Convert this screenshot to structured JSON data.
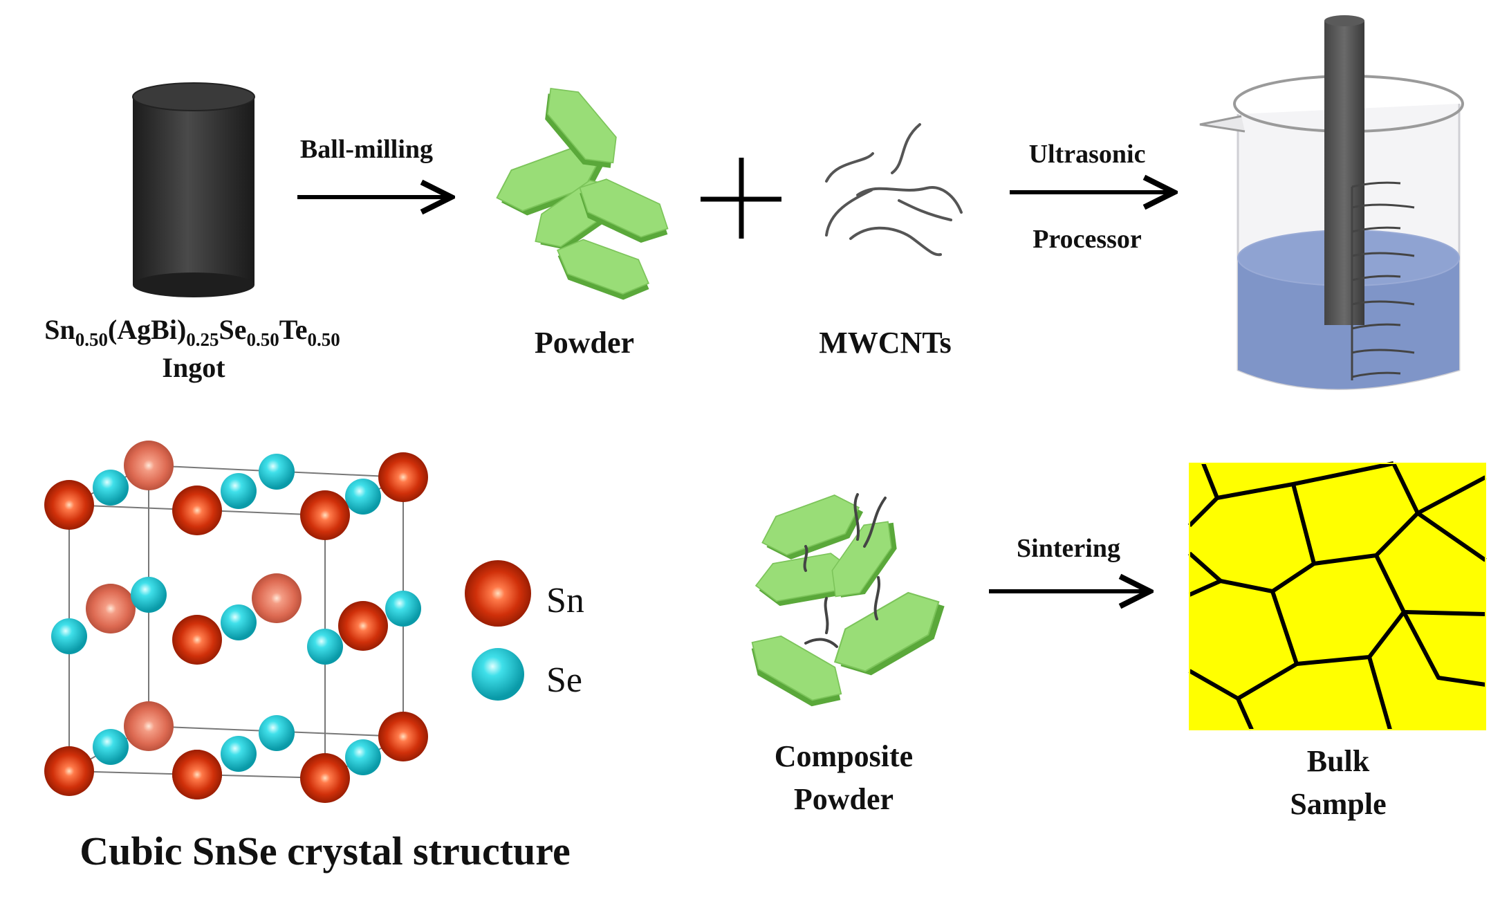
{
  "step1": {
    "ingot_formula": {
      "parts": [
        {
          "text": "Sn",
          "sub": false
        },
        {
          "text": "0.50",
          "sub": true
        },
        {
          "text": "(AgBi)",
          "sub": false
        },
        {
          "text": "0.25",
          "sub": true
        },
        {
          "text": "Se",
          "sub": false
        },
        {
          "text": "0.50",
          "sub": true
        },
        {
          "text": "Te",
          "sub": false
        },
        {
          "text": "0.50",
          "sub": true
        }
      ]
    },
    "ingot_label": "Ingot",
    "arrow_label": "Ball-milling"
  },
  "step2": {
    "powder_label": "Powder",
    "plus_sign": "+",
    "mwcnt_label": "MWCNTs"
  },
  "step3": {
    "arrow_label_line1": "Ultrasonic",
    "arrow_label_line2": "Processor"
  },
  "crystal": {
    "caption": "Cubic SnSe crystal structure",
    "legend": [
      {
        "label": "Sn",
        "color": "#cc2200"
      },
      {
        "label": "Se",
        "color": "#1ec8d6"
      }
    ]
  },
  "step4": {
    "composite_line1": "Composite",
    "composite_line2": "Powder",
    "arrow_label": "Sintering",
    "bulk_line1": "Bulk",
    "bulk_line2": "Sample",
    "bulk_fill": "#ffff00"
  },
  "colors": {
    "flake_top": "#99dd77",
    "flake_side": "#5aa83a",
    "ingot_body": "#2b2b2b",
    "liquid": "#7f95c8"
  }
}
